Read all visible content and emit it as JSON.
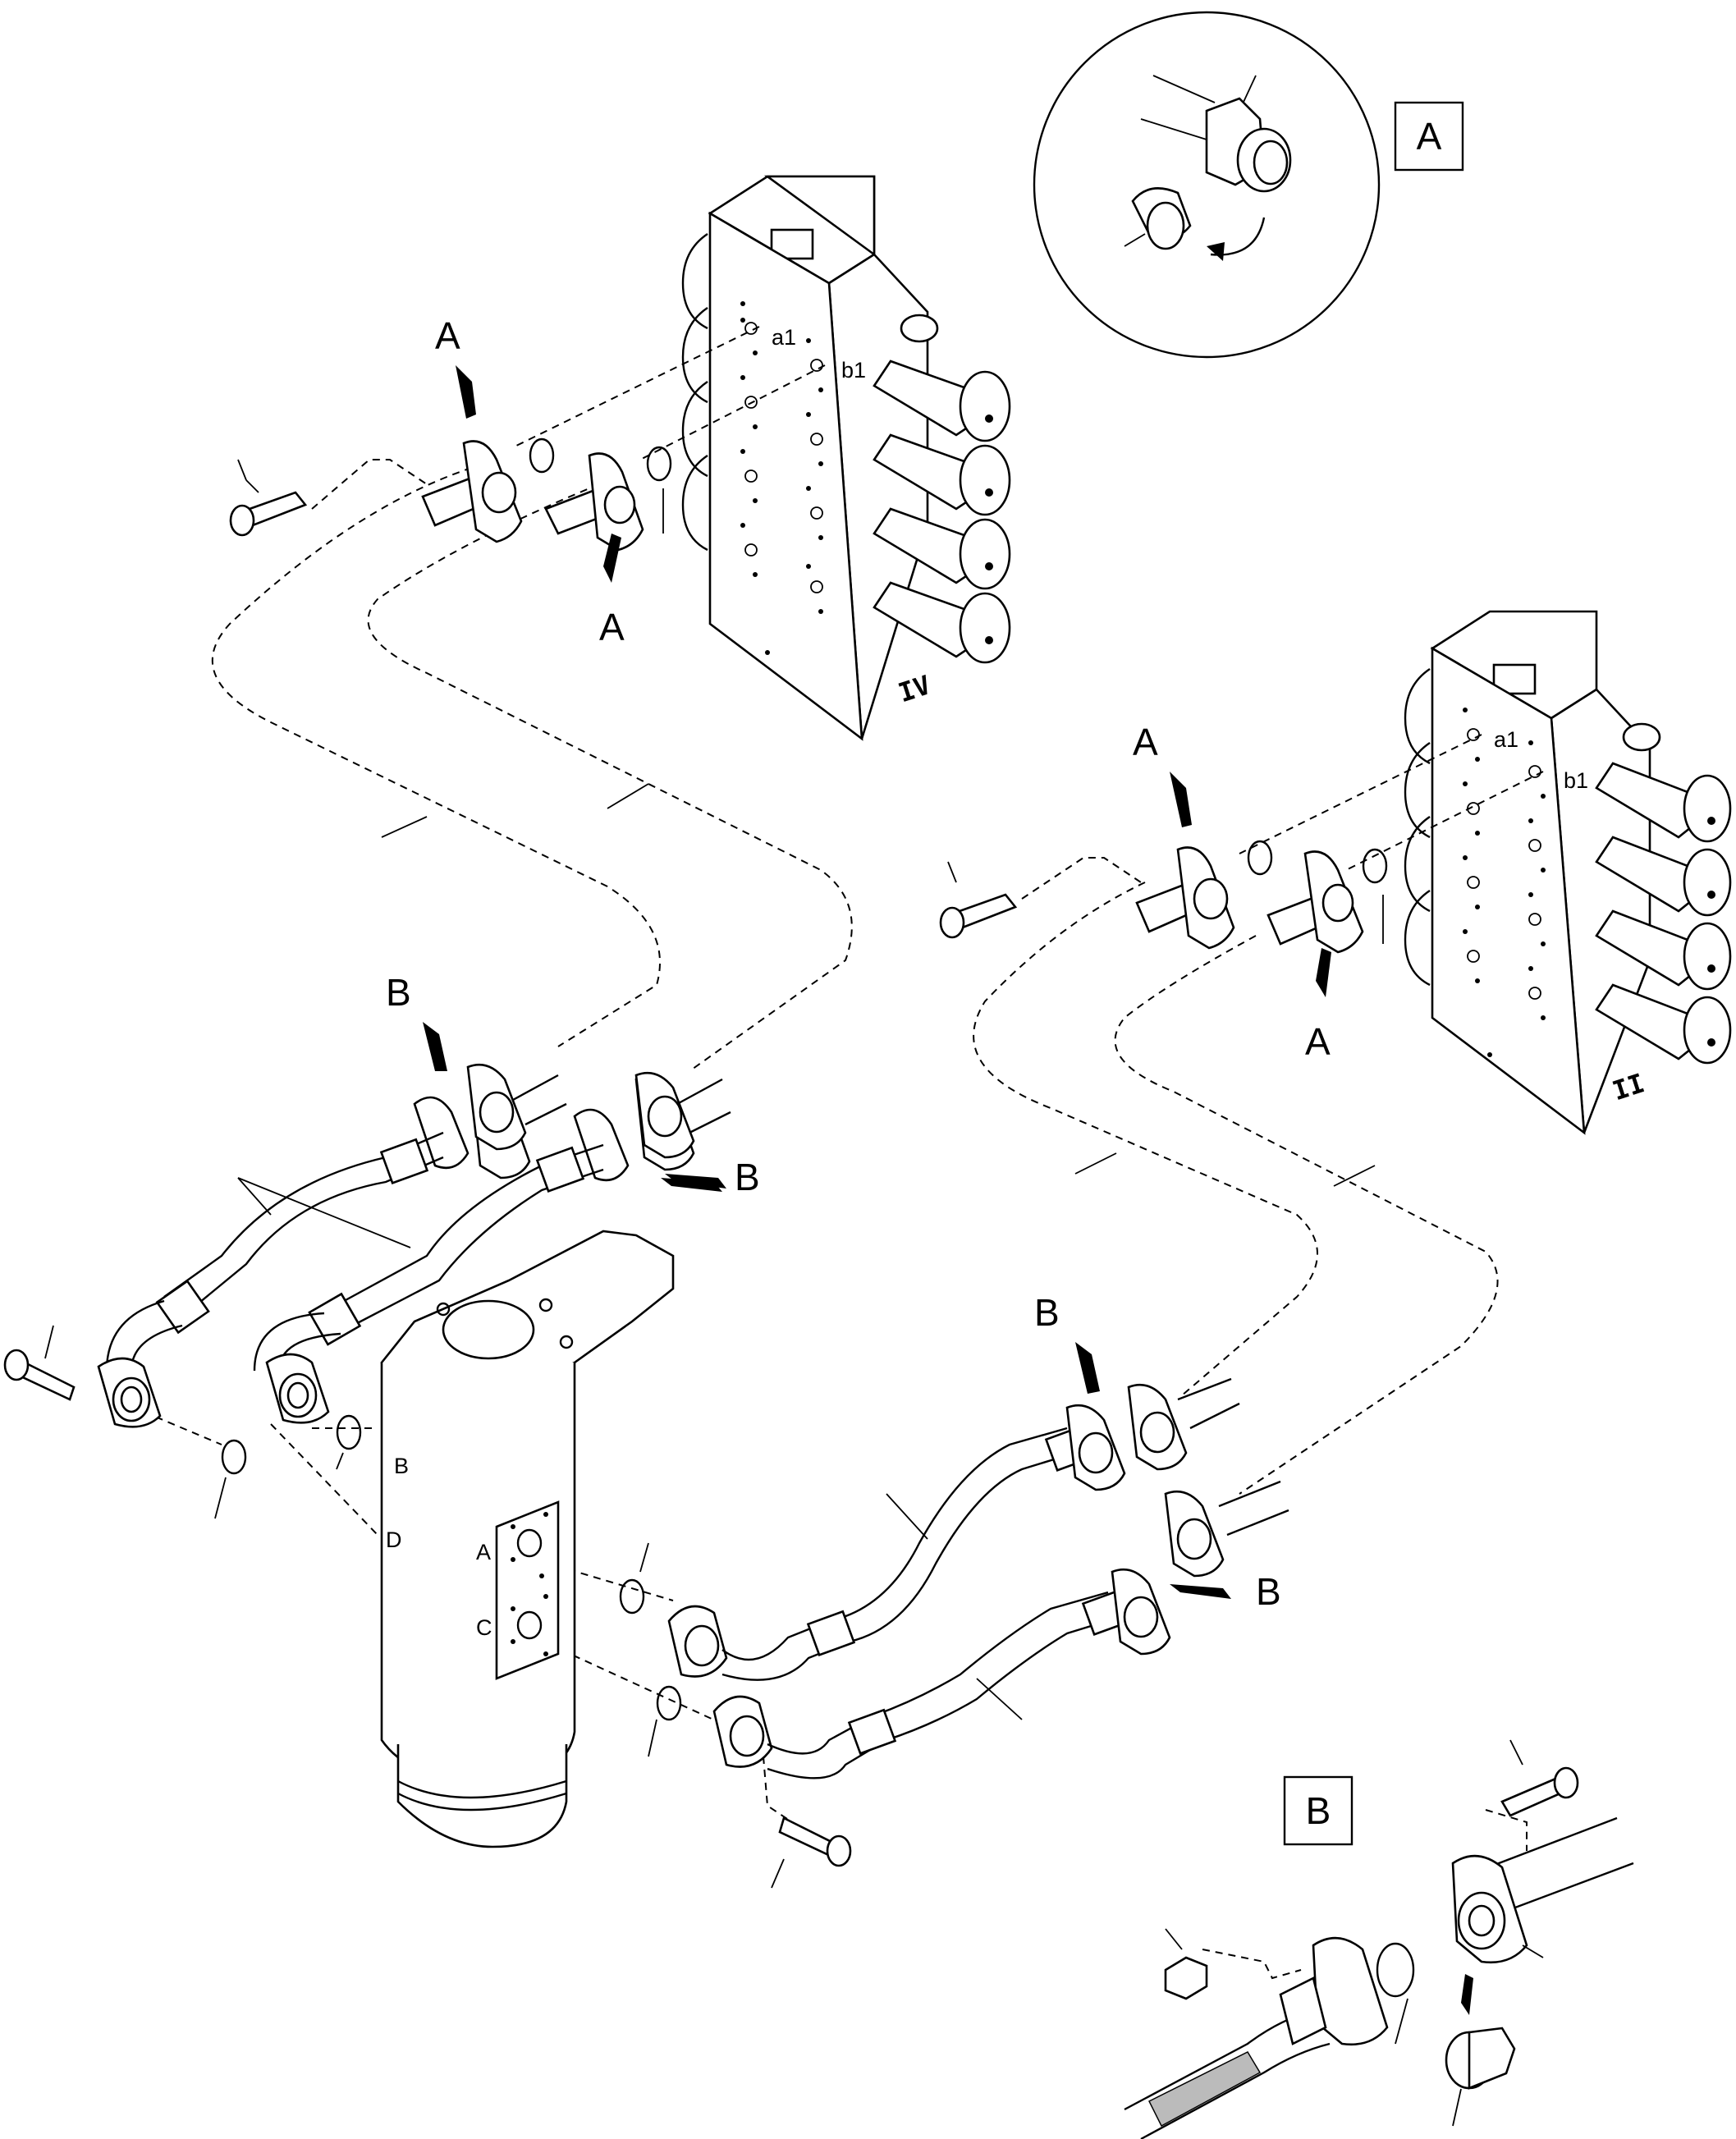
{
  "callouts": {
    "A": "A",
    "B": "B"
  },
  "detail_boxes": {
    "A": "A",
    "B": "B"
  },
  "valve_blocks": {
    "upper": {
      "roman": "IV",
      "port_a": "a1",
      "port_b": "b1"
    },
    "right": {
      "roman": "II",
      "port_a": "a1",
      "port_b": "b1"
    }
  },
  "swivel_ports": {
    "B": "B",
    "D": "D",
    "A": "A",
    "C": "C"
  }
}
